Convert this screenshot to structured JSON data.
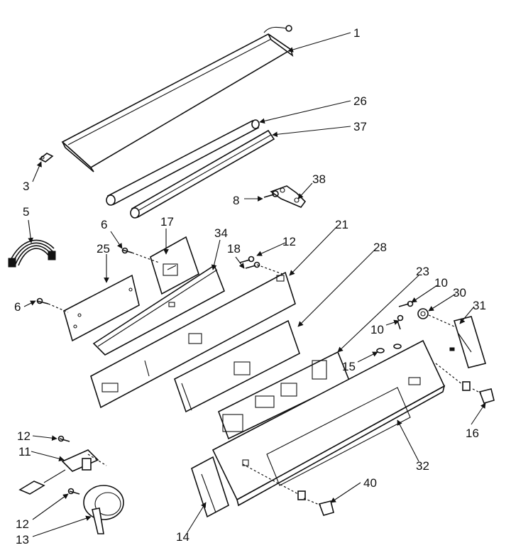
{
  "diagram": {
    "parts": [
      {
        "key": "p1",
        "number": "1"
      },
      {
        "key": "p26",
        "number": "26"
      },
      {
        "key": "p37",
        "number": "37"
      },
      {
        "key": "p3",
        "number": "3"
      },
      {
        "key": "p38",
        "number": "38"
      },
      {
        "key": "p8",
        "number": "8"
      },
      {
        "key": "p5",
        "number": "5"
      },
      {
        "key": "p6a",
        "number": "6"
      },
      {
        "key": "p17",
        "number": "17"
      },
      {
        "key": "p34",
        "number": "34"
      },
      {
        "key": "p21",
        "number": "21"
      },
      {
        "key": "p25",
        "number": "25"
      },
      {
        "key": "p18",
        "number": "18"
      },
      {
        "key": "p12a",
        "number": "12"
      },
      {
        "key": "p28",
        "number": "28"
      },
      {
        "key": "p6b",
        "number": "6"
      },
      {
        "key": "p23",
        "number": "23"
      },
      {
        "key": "p10a",
        "number": "10"
      },
      {
        "key": "p30",
        "number": "30"
      },
      {
        "key": "p31",
        "number": "31"
      },
      {
        "key": "p10b",
        "number": "10"
      },
      {
        "key": "p15",
        "number": "15"
      },
      {
        "key": "p16",
        "number": "16"
      },
      {
        "key": "p32",
        "number": "32"
      },
      {
        "key": "p12b",
        "number": "12"
      },
      {
        "key": "p11",
        "number": "11"
      },
      {
        "key": "p40",
        "number": "40"
      },
      {
        "key": "p12c",
        "number": "12"
      },
      {
        "key": "p14",
        "number": "14"
      },
      {
        "key": "p13",
        "number": "13"
      }
    ]
  }
}
